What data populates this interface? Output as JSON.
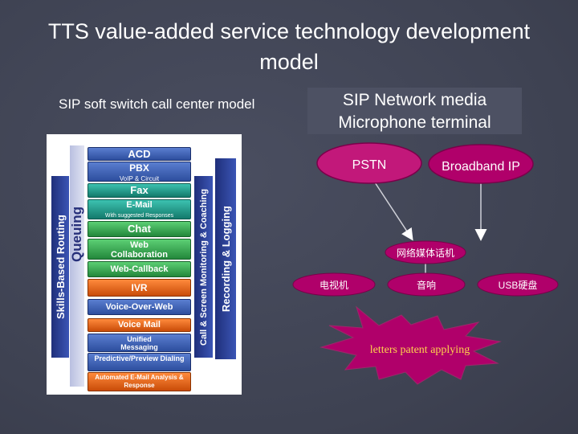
{
  "slide": {
    "title": "TTS value-added service technology development model",
    "left_subtitle": "SIP soft switch call center model",
    "sip_box_text": "SIP Network media Microphone terminal"
  },
  "stack": {
    "vertical_labels": [
      "Skills-Based Routing",
      "Queuing",
      "Call & Screen Monitoring & Coaching",
      "Recording & Logging"
    ],
    "layers": [
      {
        "label": "ACD",
        "color": "#3a5fb0"
      },
      {
        "label": "PBX",
        "color": "#3a5fb0"
      },
      {
        "label": "VoIP & Circuit",
        "color": "#3a5fb0"
      },
      {
        "label": "Fax",
        "color": "#1e9c8c"
      },
      {
        "label": "E-Mail",
        "color": "#1e9c8c"
      },
      {
        "label": "With suggested Responses",
        "color": "#1e9c8c"
      },
      {
        "label": "Chat",
        "color": "#2fa84f"
      },
      {
        "label": "Web Collaboration",
        "color": "#2fa84f"
      },
      {
        "label": "Web-Callback",
        "color": "#2fa84f"
      },
      {
        "label": "IVR",
        "color": "#e8641a"
      },
      {
        "label": "Voice-Over-Web",
        "color": "#3a5fb0"
      },
      {
        "label": "Voice Mail",
        "color": "#e8641a"
      },
      {
        "label": "Unified Messaging",
        "color": "#3a5fb0"
      },
      {
        "label": "Predictive/Preview Dialing",
        "color": "#3a5fb0"
      },
      {
        "label": "Automated E-Mail Analysis & Response",
        "color": "#e8641a"
      }
    ]
  },
  "network": {
    "pstn": "PSTN",
    "broadband": "Broadband IP",
    "phone": "网络媒体话机",
    "devices": [
      "电视机",
      "音响",
      "USB硬盘"
    ],
    "starburst": "letters patent applying"
  },
  "colors": {
    "background": "#434758",
    "node_fill": "#b0006a",
    "node_border": "#7a004a",
    "pstn_fill": "#c2187a"
  }
}
